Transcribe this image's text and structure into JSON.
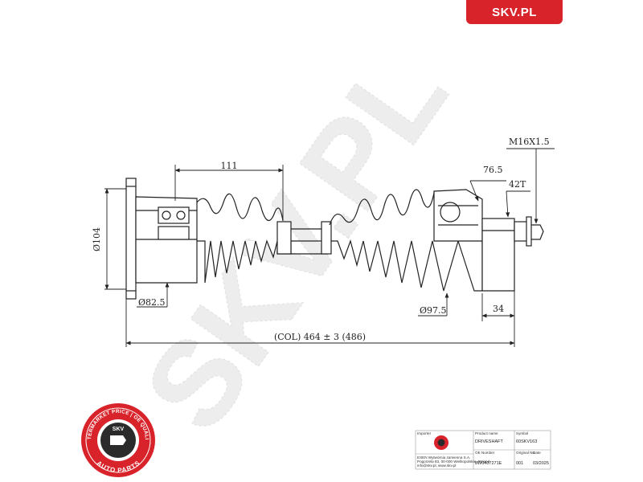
{
  "brand": {
    "badge_text": "SKV.PL",
    "accent_color": "#d8232a"
  },
  "watermark": {
    "text": "SKV.PL",
    "color": "#ececec"
  },
  "drawing": {
    "dimensions": {
      "overall": "(COL) 464 ± 3 (486)",
      "boot_span": "111",
      "outer_diameter": "Ø104",
      "inner_diameter": "Ø82.5",
      "boot_diameter": "Ø97.5",
      "spline_length": "76.5",
      "stub_length": "34",
      "thread": "M16X1.5",
      "teeth": "42T"
    }
  },
  "stamp": {
    "top_text": "AFTERMARKET PRICE | OE QUALITY",
    "bottom_text": "AUTO PARTS",
    "center_label": "SKV"
  },
  "title_block": {
    "importer_label": "Importer",
    "importer_text_lines": [
      "ESEN Wytwórnia zamienna S.A.",
      "Pogorzela 83, 00-000 Wielkopolskie, Poland",
      "info@skv.pl, www.skv.pl"
    ],
    "product_name_label": "Product name",
    "product_name": "DRIVESHAFT",
    "symbol_label": "Symbol",
    "symbol": "60SKV163",
    "oe_number_label": "OE Number",
    "oe_number": "8W0407271E",
    "original_no_label": "Original No.",
    "original_no": "001",
    "date_label": "Date",
    "date": "03/2025"
  }
}
